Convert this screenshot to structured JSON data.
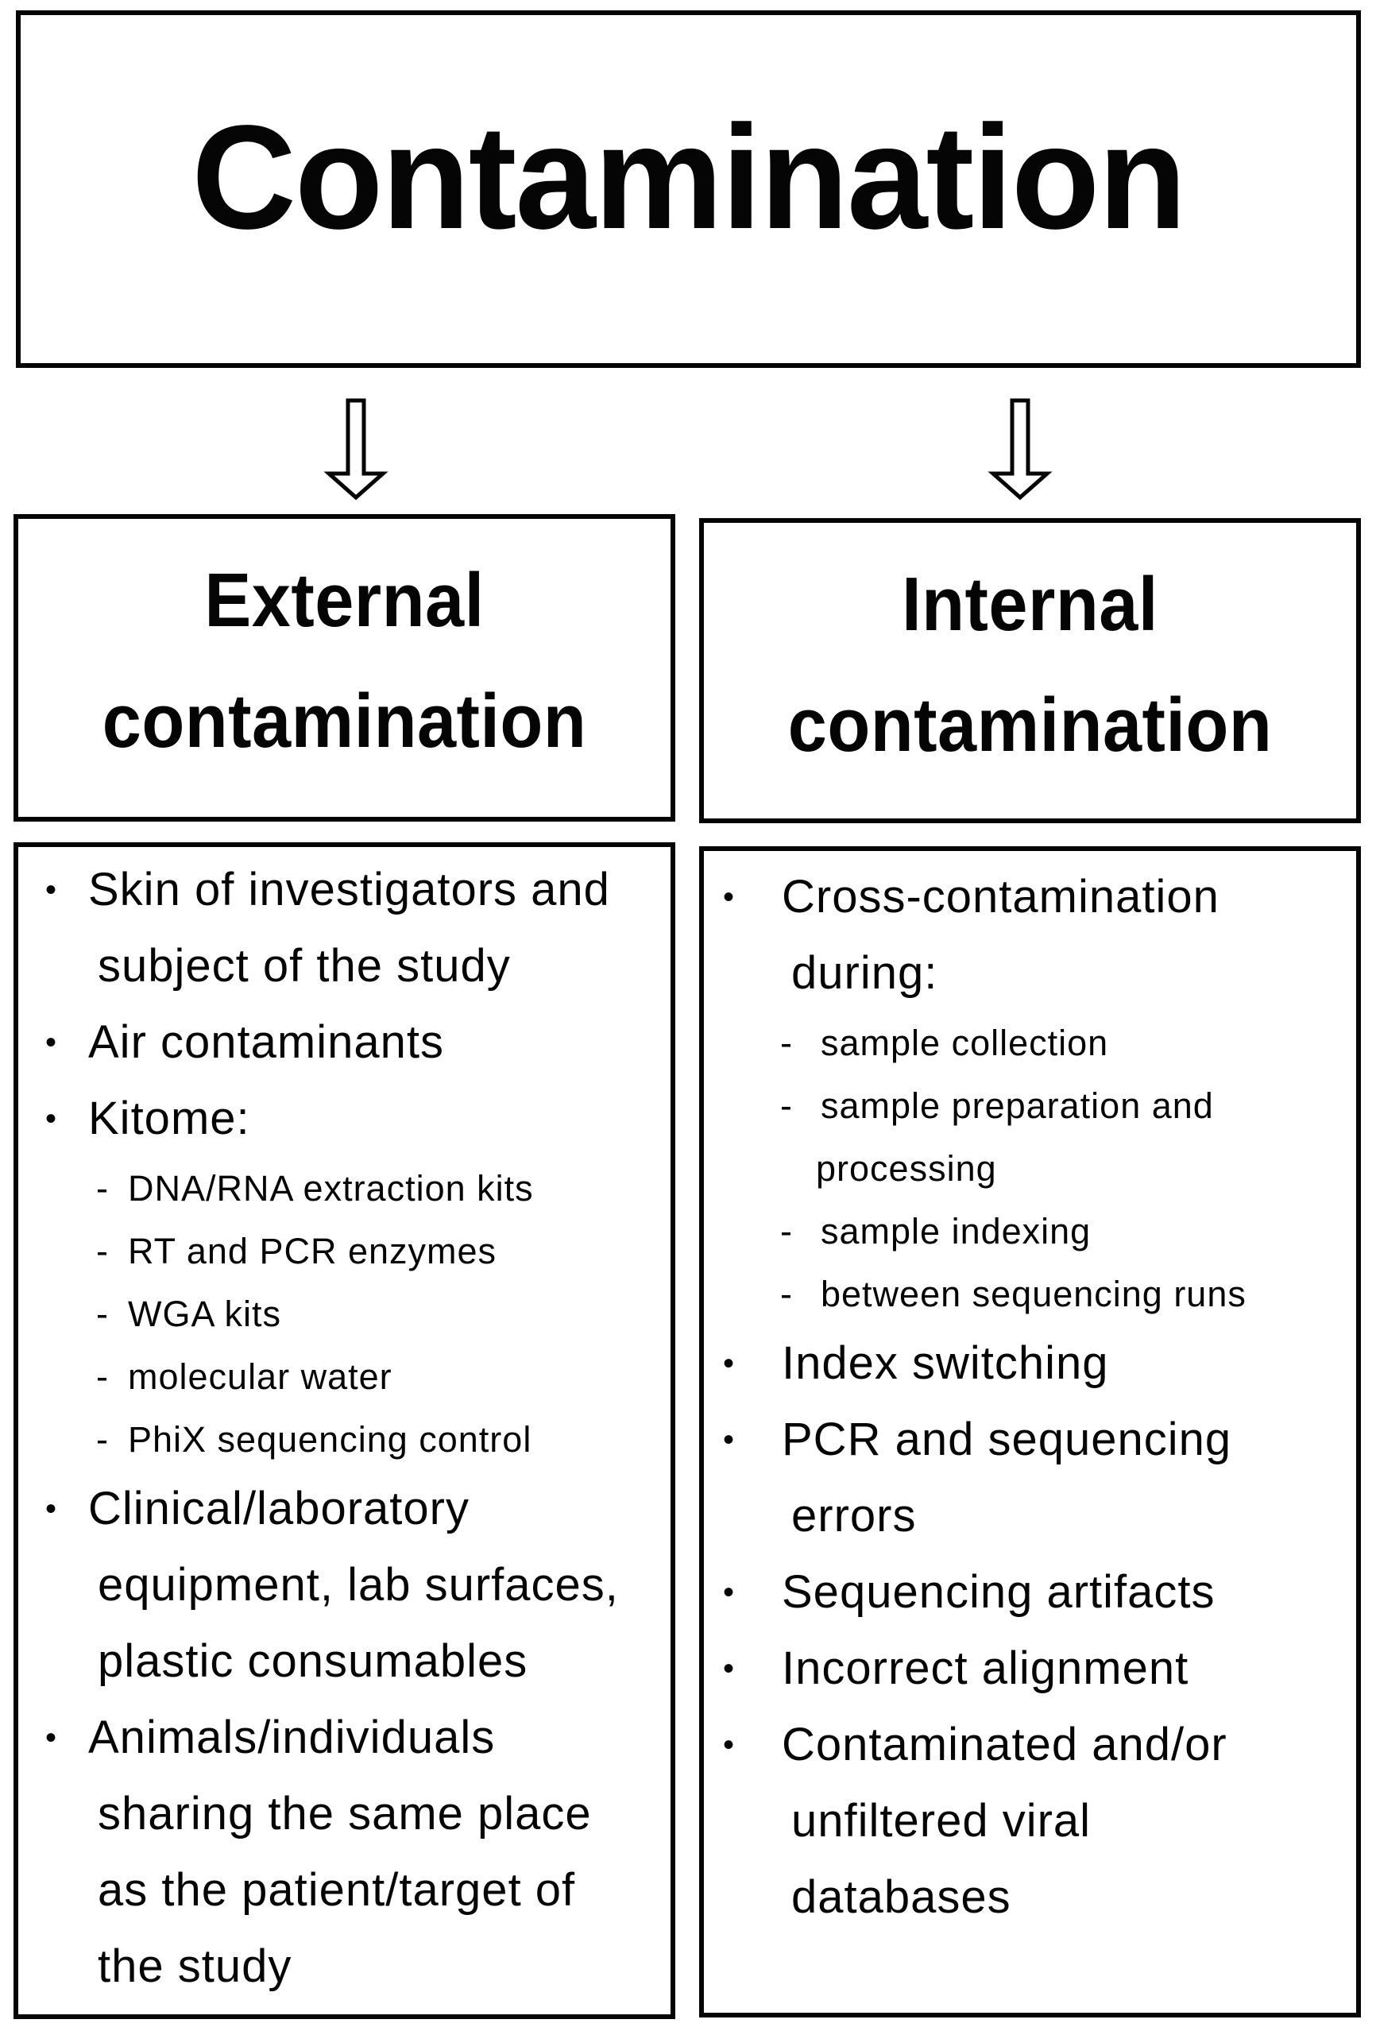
{
  "title": "Contamination",
  "external": {
    "heading_line1": "External",
    "heading_line2": "contamination",
    "items": [
      {
        "lines": [
          "Skin of investigators and",
          "subject of the study"
        ],
        "subitems": []
      },
      {
        "lines": [
          "Air contaminants"
        ],
        "subitems": []
      },
      {
        "lines": [
          "Kitome:"
        ],
        "subitems": [
          {
            "lines": [
              "DNA/RNA extraction kits"
            ]
          },
          {
            "lines": [
              "RT and PCR enzymes"
            ]
          },
          {
            "lines": [
              "WGA  kits"
            ]
          },
          {
            "lines": [
              "molecular water"
            ]
          },
          {
            "lines": [
              "PhiX sequencing control"
            ]
          }
        ]
      },
      {
        "lines": [
          "Clinical/laboratory",
          "equipment, lab surfaces,",
          "plastic consumables"
        ],
        "subitems": []
      },
      {
        "lines": [
          "Animals/individuals",
          "sharing the same place",
          "as the patient/target of",
          "the study"
        ],
        "subitems": []
      }
    ]
  },
  "internal": {
    "heading_line1": "Internal",
    "heading_line2": "contamination",
    "items": [
      {
        "lines": [
          "Cross-contamination",
          "during:"
        ],
        "subitems": [
          {
            "lines": [
              "sample collection"
            ]
          },
          {
            "lines": [
              "sample preparation and",
              "processing"
            ]
          },
          {
            "lines": [
              "sample indexing"
            ]
          },
          {
            "lines": [
              "between sequencing runs"
            ]
          }
        ]
      },
      {
        "lines": [
          "Index switching"
        ],
        "subitems": []
      },
      {
        "lines": [
          "PCR and sequencing",
          "errors"
        ],
        "subitems": []
      },
      {
        "lines": [
          "Sequencing artifacts"
        ],
        "subitems": []
      },
      {
        "lines": [
          "Incorrect alignment"
        ],
        "subitems": []
      },
      {
        "lines": [
          "Contaminated and/or",
          "unfiltered viral",
          "databases"
        ],
        "subitems": []
      }
    ]
  },
  "glyphs": {
    "bullet": "•",
    "dash": "-"
  },
  "icons": {
    "arrow": "arrow-down-outline-icon"
  },
  "colors": {
    "ink": "#050505",
    "background": "#ffffff"
  }
}
